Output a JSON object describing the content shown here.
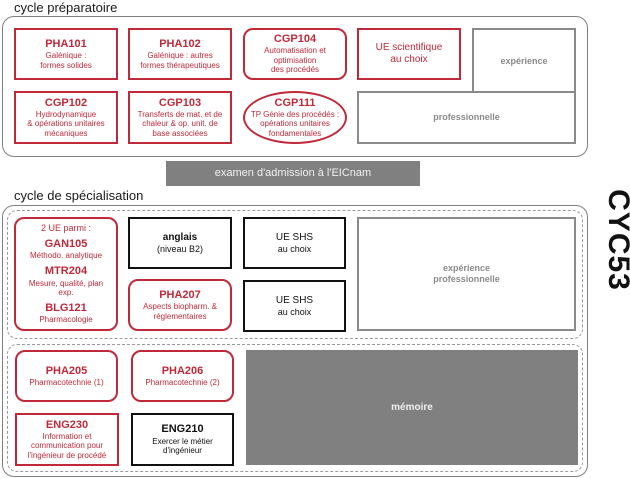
{
  "preparatory": {
    "title": "cycle préparatoire",
    "courses": [
      {
        "code": "PHA101",
        "desc": [
          "Galénique :",
          "formes solides"
        ]
      },
      {
        "code": "PHA102",
        "desc": [
          "Galénique : autres",
          "formes thérapeutiques"
        ]
      },
      {
        "code": "CGP104",
        "desc": [
          "Automatisation et",
          "optimisation",
          "des procédés"
        ]
      },
      {
        "code": "",
        "desc": [
          "UE scientifique",
          "au choix"
        ]
      },
      {
        "code": "CGP102",
        "desc": [
          "Hydrodynamique",
          "& opérations unitaires",
          "mécaniques"
        ]
      },
      {
        "code": "CGP103",
        "desc": [
          "Transferts de mat. et de",
          "chaleur & op. unit. de",
          "base associées"
        ]
      },
      {
        "code": "CGP111",
        "desc": [
          "TP Génie des procédés :",
          "opérations unitaires",
          "fondamentales"
        ]
      }
    ],
    "experience_top": "expérience",
    "experience_bottom": "professionnelle"
  },
  "admission_exam": "examen d'admission à l'EICnam",
  "specialisation": {
    "title": "cycle de spécialisation",
    "choice_group": {
      "header": "2 UE parmi :",
      "items": [
        {
          "code": "GAN105",
          "desc": [
            "Méthodo. analytique"
          ]
        },
        {
          "code": "MTR204",
          "desc": [
            "Mesure, qualité, plan",
            "exp."
          ]
        },
        {
          "code": "BLG121",
          "desc": [
            "Pharmacologie"
          ]
        }
      ]
    },
    "anglais": {
      "title": "anglais",
      "sub": "(niveau B2)"
    },
    "shs1": [
      "UE SHS",
      "au choix"
    ],
    "shs2": [
      "UE SHS",
      "au choix"
    ],
    "pha207": {
      "code": "PHA207",
      "desc": [
        "Aspects biopharm. &",
        "réglementaires"
      ]
    },
    "experience": [
      "expérience",
      "professionnelle"
    ],
    "pha205": {
      "code": "PHA205",
      "desc": [
        "Pharmacotechnie (1)"
      ]
    },
    "pha206": {
      "code": "PHA206",
      "desc": [
        "Pharmacotechnie (2)"
      ]
    },
    "eng230": {
      "code": "ENG230",
      "desc": [
        "Information et",
        "communication pour",
        "l'ingénieur de procédé"
      ]
    },
    "eng210": {
      "code": "ENG210",
      "desc": [
        "Exercer le métier",
        "d'ingénieur"
      ]
    },
    "memoire": "mémoire"
  },
  "program_code": "CYC53",
  "colors": {
    "accent_red": "#c0293a",
    "grey": "#808080",
    "black": "#111111"
  }
}
